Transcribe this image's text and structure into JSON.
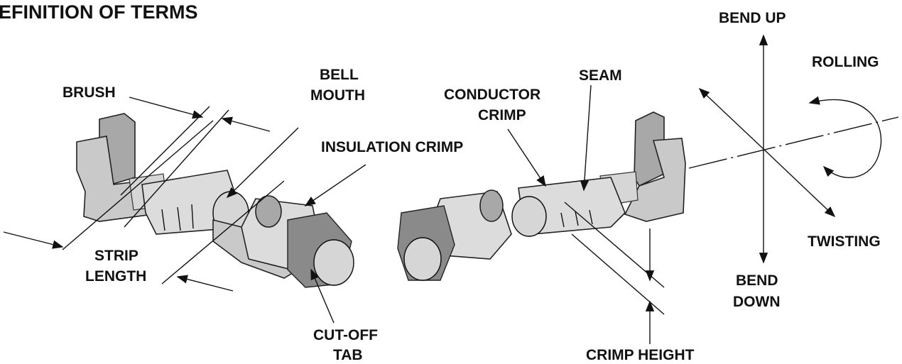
{
  "title": "EFINITION OF TERMS",
  "labels": {
    "brush": "BRUSH",
    "bell_mouth_1": "BELL",
    "bell_mouth_2": "MOUTH",
    "insulation_crimp": "INSULATION CRIMP",
    "strip_length_1": "STRIP",
    "strip_length_2": "LENGTH",
    "cut_off_tab_1": "CUT-OFF",
    "cut_off_tab_2": "TAB",
    "conductor_crimp_1": "CONDUCTOR",
    "conductor_crimp_2": "CRIMP",
    "seam": "SEAM",
    "crimp_height": "CRIMP HEIGHT",
    "bend_up": "BEND UP",
    "rolling": "ROLLING",
    "twisting": "TWISTING",
    "bend_down_1": "BEND",
    "bend_down_2": "DOWN"
  }
}
